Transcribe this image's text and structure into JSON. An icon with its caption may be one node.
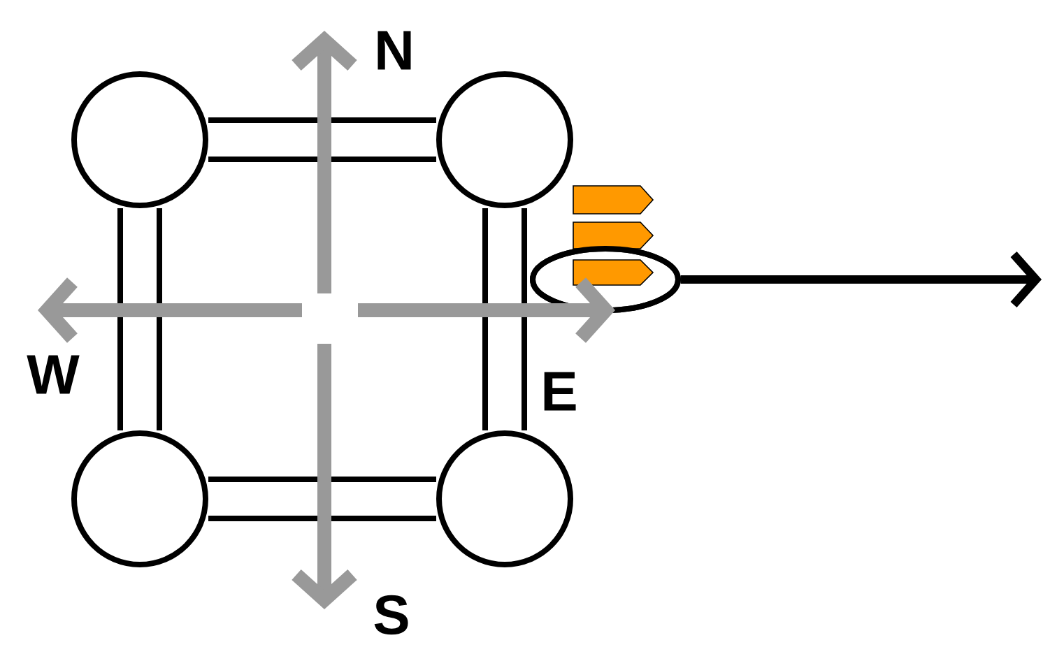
{
  "diagram": {
    "nodes": [
      {
        "text": [],
        "shape": "circle"
      },
      {
        "text": [],
        "shape": "circle"
      },
      {
        "text": [],
        "shape": "circle"
      },
      {
        "text": [],
        "shape": "circle"
      },
      {
        "text": [],
        "shape": "ellipse"
      }
    ],
    "edges": [
      {
        "from": 0,
        "to": 1,
        "arrow": "none"
      },
      {
        "from": 0,
        "to": 2,
        "arrow": "none"
      },
      {
        "from": 1,
        "to": 3,
        "arrow": "none"
      },
      {
        "from": 2,
        "to": 3,
        "arrow": "none"
      },
      {
        "from": 4,
        "to": null,
        "arrow": "to"
      }
    ],
    "labels": [
      "N",
      "W",
      "E",
      "S"
    ]
  }
}
